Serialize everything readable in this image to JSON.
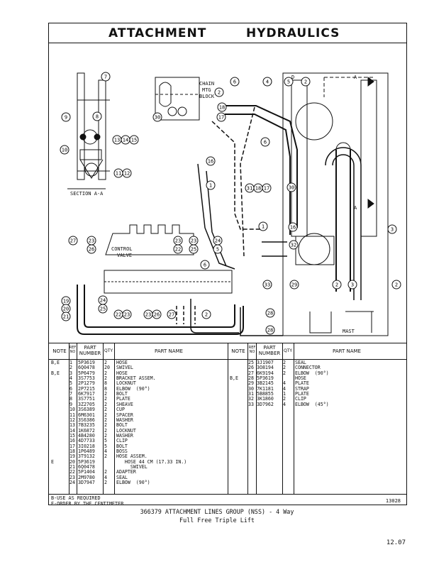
{
  "title": {
    "left": "ATTACHMENT",
    "right": "HYDRAULICS"
  },
  "diagram": {
    "section_label": "SECTION A-A",
    "chain_label": [
      "CHAIN",
      "MTG",
      "BLOCK"
    ],
    "valve_label": [
      "CONTROL",
      "VALVE"
    ],
    "mast_label": "MAST",
    "marker_a": "A",
    "marker_d": "D",
    "callouts": [
      "9",
      "8",
      "10",
      "13",
      "14",
      "15",
      "11",
      "12",
      "30",
      "7",
      "6",
      "4",
      "5",
      "2",
      "2",
      "18",
      "17",
      "16",
      "6",
      "1",
      "31",
      "18",
      "17",
      "30",
      "16",
      "1",
      "3",
      "27",
      "23",
      "26",
      "23",
      "22",
      "23",
      "25",
      "24",
      "5",
      "6",
      "32",
      "33",
      "29",
      "2",
      "3",
      "2",
      "19",
      "20",
      "21",
      "24",
      "25",
      "22",
      "23",
      "23",
      "26",
      "27",
      "2",
      "28",
      "28"
    ]
  },
  "table": {
    "headers": {
      "note": "NOTE",
      "ref": "REF NO",
      "part": "PART NUMBER",
      "qty": "QTY",
      "name": "PART NAME"
    },
    "left_rows": [
      {
        "note": "B,E",
        "ref": "1",
        "part": "5P3619",
        "qty": "2",
        "name": "HOSE"
      },
      {
        "note": "",
        "ref": "2",
        "part": "6Q0478",
        "qty": "20",
        "name": "SWIVEL"
      },
      {
        "note": "B,E",
        "ref": "3",
        "part": "5P6479",
        "qty": "2",
        "name": "HOSE"
      },
      {
        "note": "",
        "ref": "4",
        "part": "3S7753",
        "qty": "2",
        "name": "BRACKET ASSEM."
      },
      {
        "note": "",
        "ref": "5",
        "part": "2P1279",
        "qty": "8",
        "name": "LOCKNUT"
      },
      {
        "note": "",
        "ref": "6",
        "part": "2P7215",
        "qty": "8",
        "name": "ELBOW  (90°)"
      },
      {
        "note": "",
        "ref": "7",
        "part": "6K7917",
        "qty": "2",
        "name": "BOLT"
      },
      {
        "note": "",
        "ref": "8",
        "part": "3S7751",
        "qty": "2",
        "name": "PLATE"
      },
      {
        "note": "",
        "ref": "9",
        "part": "3Z2705",
        "qty": "2",
        "name": "SHEAVE"
      },
      {
        "note": "",
        "ref": "10",
        "part": "3S6389",
        "qty": "2",
        "name": "CUP"
      },
      {
        "note": "",
        "ref": "11",
        "part": "6M6301",
        "qty": "2",
        "name": "SPACER"
      },
      {
        "note": "",
        "ref": "12",
        "part": "3S6386",
        "qty": "2",
        "name": "WASHER"
      },
      {
        "note": "",
        "ref": "13",
        "part": "7B3235",
        "qty": "2",
        "name": "BOLT"
      },
      {
        "note": "",
        "ref": "14",
        "part": "1K6872",
        "qty": "2",
        "name": "LOCKNUT"
      },
      {
        "note": "",
        "ref": "15",
        "part": "4B4280",
        "qty": "2",
        "name": "WASHER"
      },
      {
        "note": "",
        "ref": "16",
        "part": "4D7733",
        "qty": "5",
        "name": "CLIP"
      },
      {
        "note": "",
        "ref": "17",
        "part": "3I0218",
        "qty": "5",
        "name": "BOLT"
      },
      {
        "note": "",
        "ref": "18",
        "part": "1P6489",
        "qty": "4",
        "name": "BOSS"
      },
      {
        "note": "",
        "ref": "19",
        "part": "3T9132",
        "qty": "2",
        "name": "HOSE ASSEM."
      },
      {
        "note": "E",
        "ref": "20",
        "part": "5P3619",
        "qty": "",
        "name": "   HOSE 44 CM (17.33 IN.)"
      },
      {
        "note": "",
        "ref": "21",
        "part": "6Q0478",
        "qty": "",
        "name": "     SWIVEL"
      },
      {
        "note": "",
        "ref": "22",
        "part": "5P1404",
        "qty": "2",
        "name": "ADAPTER"
      },
      {
        "note": "",
        "ref": "23",
        "part": "2M9780",
        "qty": "4",
        "name": "SEAL"
      },
      {
        "note": "",
        "ref": "24",
        "part": "3D7947",
        "qty": "2",
        "name": "ELBOW  (90°)"
      }
    ],
    "right_rows": [
      {
        "note": "",
        "ref": "25",
        "part": "3J1907",
        "qty": "2",
        "name": "SEAL"
      },
      {
        "note": "",
        "ref": "26",
        "part": "3O8194",
        "qty": "2",
        "name": "CONNECTOR"
      },
      {
        "note": "",
        "ref": "27",
        "part": "6K9194",
        "qty": "2",
        "name": "ELBOW  (90°)"
      },
      {
        "note": "B,E",
        "ref": "28",
        "part": "5P3619",
        "qty": "",
        "name": "HOSE"
      },
      {
        "note": "",
        "ref": "29",
        "part": "3B2145",
        "qty": "4",
        "name": "PLATE"
      },
      {
        "note": "",
        "ref": "30",
        "part": "7K1181",
        "qty": "4",
        "name": "STRAP"
      },
      {
        "note": "",
        "ref": "31",
        "part": "5B8855",
        "qty": "1",
        "name": "PLATE"
      },
      {
        "note": "",
        "ref": "32",
        "part": "3K1860",
        "qty": "2",
        "name": "CLIP"
      },
      {
        "note": "",
        "ref": "33",
        "part": "3D7962",
        "qty": "4",
        "name": "ELBOW  (45°)"
      }
    ],
    "footnotes": [
      "B-USE AS REQUIRED",
      "E-ORDER BY THE CENTIMETER"
    ],
    "figure_number": "13028"
  },
  "caption": {
    "line1": "366379 ATTACHMENT LINES GROUP (NSS) - 4 Way",
    "line2": "Full Free Triple Lift"
  },
  "page_number": "12.07"
}
